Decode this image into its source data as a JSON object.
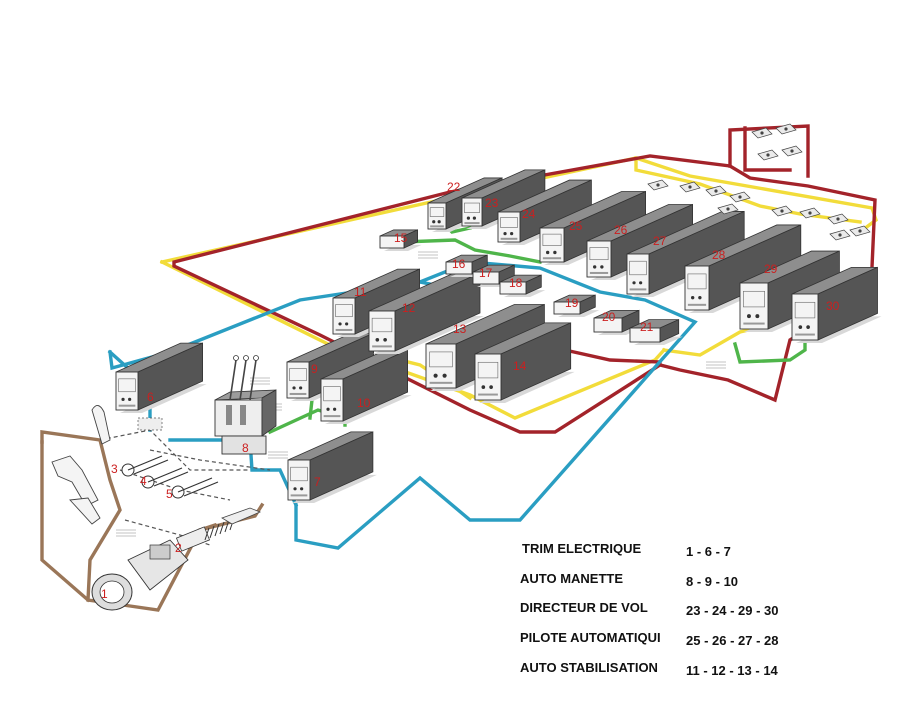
{
  "colors": {
    "yellow": "#f2dc3a",
    "red": "#a3232a",
    "blue": "#2a9ec2",
    "green": "#4fb54a",
    "brown": "#9a7658",
    "label": "#cc1f1f"
  },
  "units": [
    {
      "n": "1"
    },
    {
      "n": "2"
    },
    {
      "n": "3"
    },
    {
      "n": "4"
    },
    {
      "n": "5"
    },
    {
      "n": "6"
    },
    {
      "n": "7"
    },
    {
      "n": "8"
    },
    {
      "n": "9"
    },
    {
      "n": "10"
    },
    {
      "n": "11"
    },
    {
      "n": "12"
    },
    {
      "n": "13"
    },
    {
      "n": "14"
    },
    {
      "n": "15"
    },
    {
      "n": "16"
    },
    {
      "n": "17"
    },
    {
      "n": "18"
    },
    {
      "n": "19"
    },
    {
      "n": "20"
    },
    {
      "n": "21"
    },
    {
      "n": "22"
    },
    {
      "n": "23"
    },
    {
      "n": "24"
    },
    {
      "n": "25"
    },
    {
      "n": "26"
    },
    {
      "n": "27"
    },
    {
      "n": "28"
    },
    {
      "n": "29"
    },
    {
      "n": "30"
    }
  ],
  "legend": [
    {
      "label": "TRIM ELECTRIQUE",
      "value": "1 - 6 -  7"
    },
    {
      "label": "AUTO MANETTE",
      "value": "8 - 9 - 10"
    },
    {
      "label": "DIRECTEUR DE VOL",
      "value": "23 - 24 - 29 - 30"
    },
    {
      "label": "PILOTE AUTOMATIQUI",
      "value": "25 - 26 - 27 - 28"
    },
    {
      "label": "AUTO STABILISATION",
      "value": "11 - 12 - 13 - 14"
    }
  ]
}
